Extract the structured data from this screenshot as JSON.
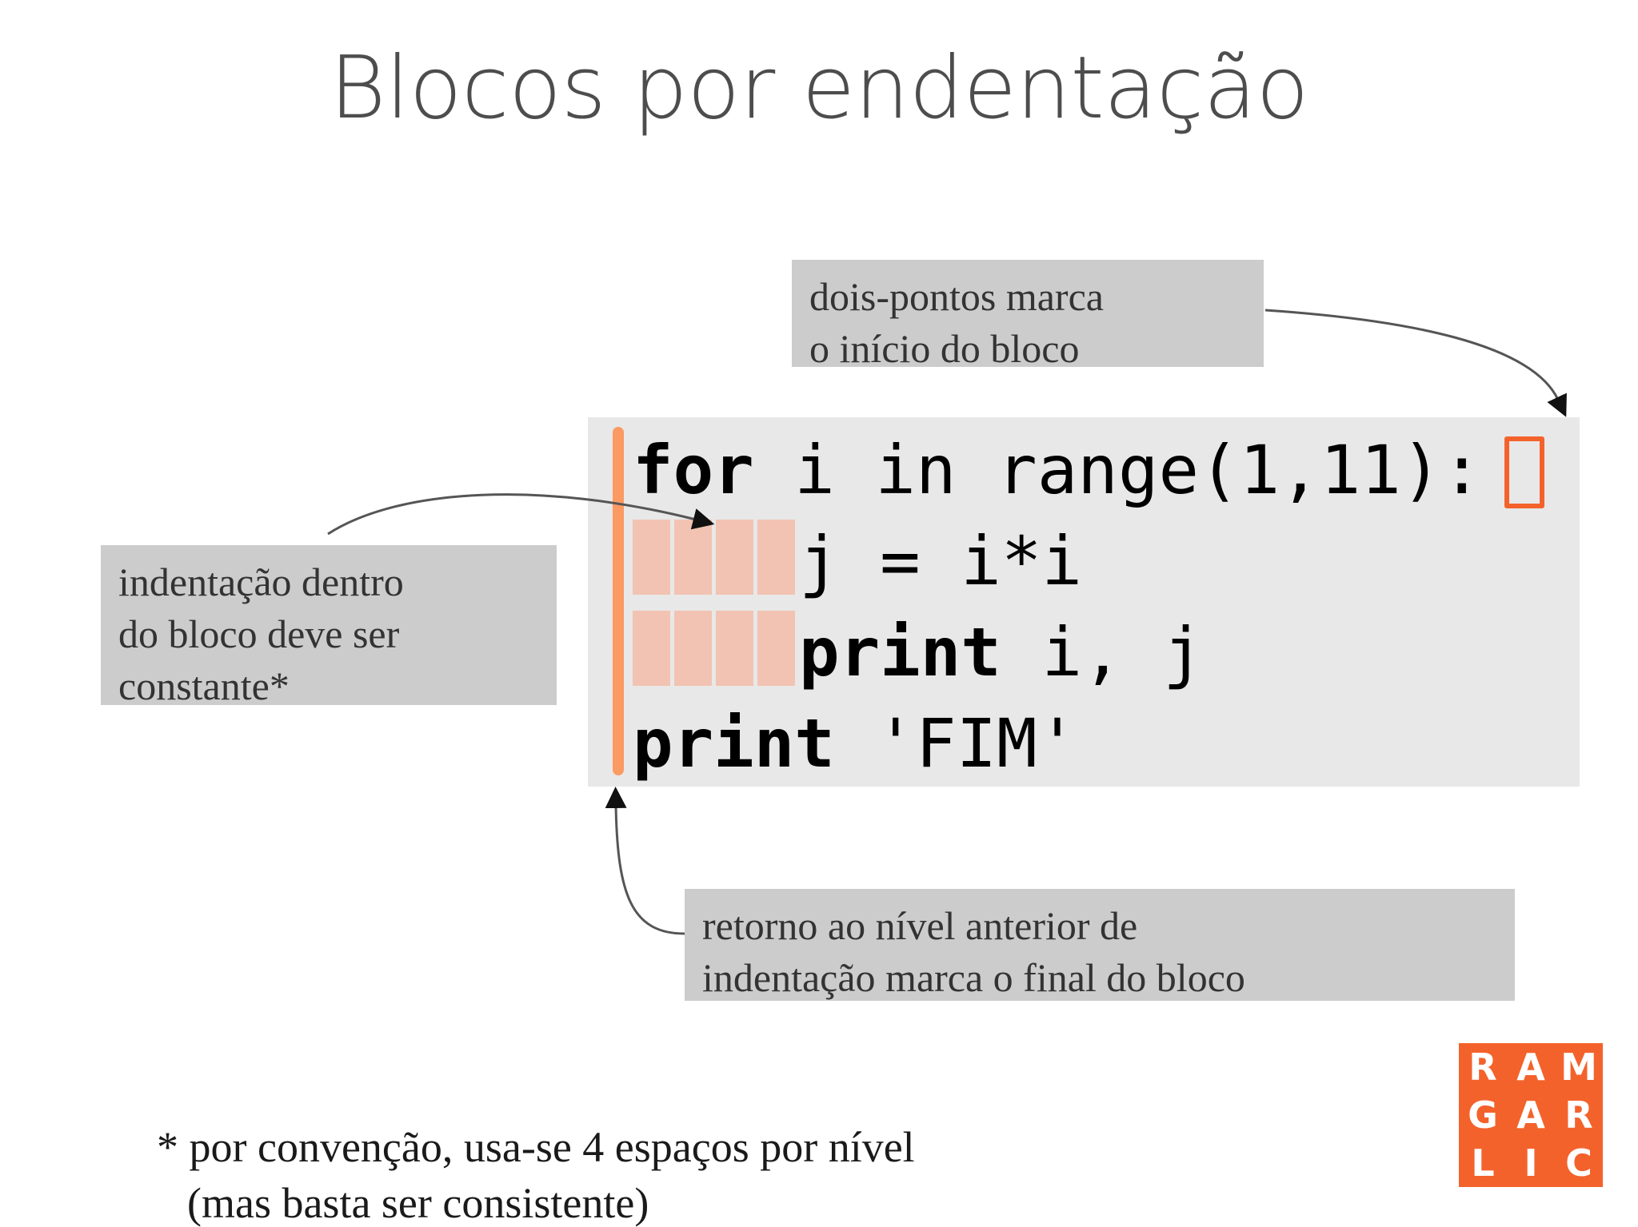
{
  "slide": {
    "title": "Blocos por endentação",
    "background_color": "#ffffff",
    "title_color": "#4d4d4d"
  },
  "code": {
    "background_color": "#e8e8e8",
    "indent_guide_color": "#fb9a63",
    "indent_cell_color": "#f2c3b2",
    "highlight_color": "#f4622c",
    "indent_cells_per_row": 4,
    "lines": [
      {
        "keyword": "for",
        "rest": " i in range(1,11):",
        "indent": 0
      },
      {
        "keyword": "",
        "rest": "j = i*i",
        "indent": 1
      },
      {
        "keyword": "print",
        "rest": " i, j",
        "indent": 1
      },
      {
        "keyword": "print",
        "rest": " 'FIM'",
        "indent": 0
      }
    ],
    "full_text": "for i in range(1,11):\n    j = i*i\n    print i, j\nprint 'FIM'"
  },
  "callouts": {
    "colon": "dois-pontos marca\no início do bloco",
    "indent": "indentação dentro\ndo bloco deve ser\nconstante*",
    "return": "retorno ao nível anterior de\nindentação marca o final do bloco",
    "background_color": "#cccccc",
    "text_color": "#333333"
  },
  "footnote": {
    "line1": "* por convenção, usa-se 4 espaços por nível",
    "line2": "(mas basta ser consistente)"
  },
  "logo": {
    "name": "ram-garlic-logo",
    "color": "#f4622c",
    "letters": [
      "R",
      "A",
      "M",
      "G",
      "A",
      "R",
      "L",
      "I",
      "C"
    ]
  }
}
